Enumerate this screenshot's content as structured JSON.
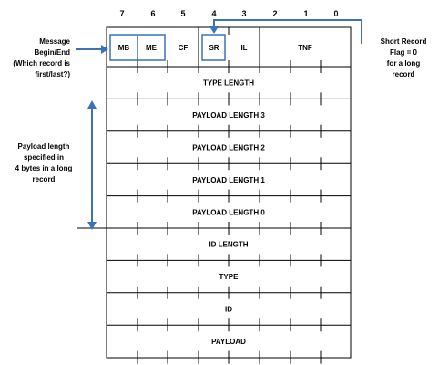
{
  "bit_headers": [
    "7",
    "6",
    "5",
    "4",
    "3",
    "2",
    "1",
    "0"
  ],
  "header_fields": {
    "mb": "MB",
    "me": "ME",
    "cf": "CF",
    "sr": "SR",
    "il": "IL",
    "tnf": "TNF"
  },
  "rows": [
    "TYPE LENGTH",
    "PAYLOAD LENGTH 3",
    "PAYLOAD LENGTH 2",
    "PAYLOAD LENGTH 1",
    "PAYLOAD LENGTH 0",
    "ID LENGTH",
    "TYPE",
    "ID",
    "PAYLOAD"
  ],
  "annotations": {
    "message_begin_end": [
      "Message",
      "Begin/End",
      "(Which record is",
      "first/last?)"
    ],
    "payload_length": [
      "Payload length",
      "specified in",
      "4 bytes in a long",
      "record"
    ],
    "short_record": [
      "Short Record",
      "Flag = 0",
      "for a long",
      "record"
    ]
  },
  "colors": {
    "accent": "#3b73b9",
    "line": "#000000"
  }
}
